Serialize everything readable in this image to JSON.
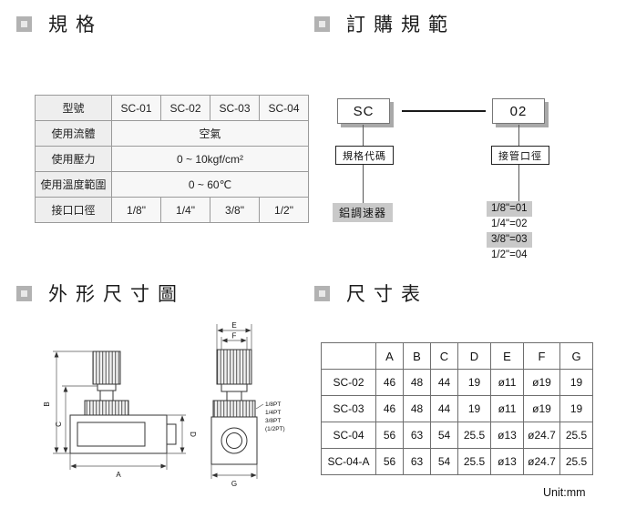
{
  "sections": {
    "spec": {
      "title": "規格"
    },
    "ordering": {
      "title": "訂購規範"
    },
    "drawing": {
      "title": "外形尺寸圖"
    },
    "dims": {
      "title": "尺寸表"
    }
  },
  "spec_table": {
    "rows": [
      {
        "label": "型號",
        "values": [
          "SC-01",
          "SC-02",
          "SC-03",
          "SC-04"
        ]
      },
      {
        "label": "使用流體",
        "span_value": "空氣"
      },
      {
        "label": "使用壓力",
        "span_value": "0 ~ 10kgf/cm²"
      },
      {
        "label": "使用溫度範圍",
        "span_value": "0 ~ 60℃"
      },
      {
        "label": "接口口徑",
        "values": [
          "1/8\"",
          "1/4\"",
          "3/8\"",
          "1/2\""
        ]
      }
    ]
  },
  "ordering": {
    "code_prefix": "SC",
    "code_suffix": "02",
    "prefix_field_label": "規格代碼",
    "suffix_field_label": "接管口徑",
    "prefix_description": "鋁調速器",
    "port_codes": [
      "1/8\"=01",
      "1/4\"=02",
      "3/8\"=03",
      "1/2\"=04"
    ]
  },
  "drawing": {
    "dims": {
      "A": "A",
      "B": "B",
      "C": "C",
      "D": "D",
      "E": "E",
      "F": "F",
      "G": "G"
    },
    "threads": [
      "1/8PT",
      "1/4PT",
      "3/8PT",
      "(1/2PT)"
    ]
  },
  "dim_table": {
    "col_headers": [
      "",
      "A",
      "B",
      "C",
      "D",
      "E",
      "F",
      "G"
    ],
    "rows": [
      {
        "model": "SC-02",
        "values": [
          "46",
          "48",
          "44",
          "19",
          "ø11",
          "ø19",
          "19"
        ]
      },
      {
        "model": "SC-03",
        "values": [
          "46",
          "48",
          "44",
          "19",
          "ø11",
          "ø19",
          "19"
        ]
      },
      {
        "model": "SC-04",
        "values": [
          "56",
          "63",
          "54",
          "25.5",
          "ø13",
          "ø24.7",
          "25.5"
        ]
      },
      {
        "model": "SC-04-A",
        "values": [
          "56",
          "63",
          "54",
          "25.5",
          "ø13",
          "ø24.7",
          "25.5"
        ]
      }
    ]
  },
  "footer": {
    "unit_label": "Unit:mm"
  }
}
